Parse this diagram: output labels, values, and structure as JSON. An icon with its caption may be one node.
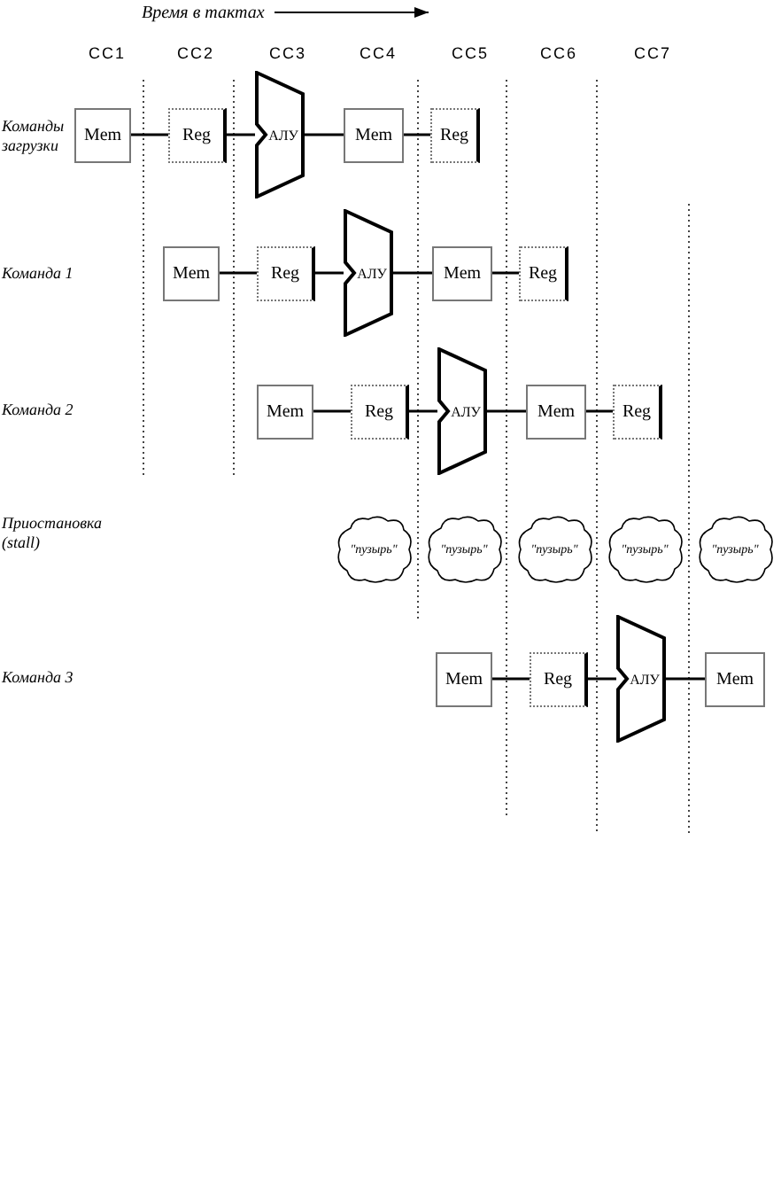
{
  "diagram": {
    "title": "Время в тактах",
    "nodes": [
      {
        "text": [
          "Mem"
        ]
      },
      {
        "text": [
          "Reg"
        ]
      },
      {
        "text": [
          "АЛУ"
        ]
      },
      {
        "text": [
          "Mem"
        ]
      },
      {
        "text": [
          "Reg"
        ]
      },
      {
        "text": [
          "Mem"
        ]
      },
      {
        "text": [
          "Reg"
        ]
      },
      {
        "text": [
          "АЛУ"
        ]
      },
      {
        "text": [
          "Mem"
        ]
      },
      {
        "text": [
          "Reg"
        ]
      },
      {
        "text": [
          "Mem"
        ]
      },
      {
        "text": [
          "Reg"
        ]
      },
      {
        "text": [
          "АЛУ"
        ]
      },
      {
        "text": [
          "Mem"
        ]
      },
      {
        "text": [
          "Reg"
        ]
      },
      {
        "text": [
          "\"пузырь\""
        ]
      },
      {
        "text": [
          "\"пузырь\""
        ]
      },
      {
        "text": [
          "\"пузырь\""
        ]
      },
      {
        "text": [
          "\"пузырь\""
        ]
      },
      {
        "text": [
          "\"пузырь\""
        ]
      },
      {
        "text": [
          "Mem"
        ]
      },
      {
        "text": [
          "Reg"
        ]
      },
      {
        "text": [
          "АЛУ"
        ]
      },
      {
        "text": [
          "Mem"
        ]
      }
    ],
    "edges": [
      {
        "from": 0,
        "to": 1,
        "arrow": "none"
      },
      {
        "from": 1,
        "to": 2,
        "arrow": "none"
      },
      {
        "from": 2,
        "to": 3,
        "arrow": "none"
      },
      {
        "from": 3,
        "to": 4,
        "arrow": "none"
      },
      {
        "from": 5,
        "to": 6,
        "arrow": "none"
      },
      {
        "from": 6,
        "to": 7,
        "arrow": "none"
      },
      {
        "from": 7,
        "to": 8,
        "arrow": "none"
      },
      {
        "from": 8,
        "to": 9,
        "arrow": "none"
      },
      {
        "from": 10,
        "to": 11,
        "arrow": "none"
      },
      {
        "from": 11,
        "to": 12,
        "arrow": "none"
      },
      {
        "from": 12,
        "to": 13,
        "arrow": "none"
      },
      {
        "from": 13,
        "to": 14,
        "arrow": "none"
      },
      {
        "from": 20,
        "to": 21,
        "arrow": "none"
      },
      {
        "from": 21,
        "to": 22,
        "arrow": "none"
      },
      {
        "from": 22,
        "to": 23,
        "arrow": "none"
      }
    ],
    "labels": [
      "CC1",
      "CC2",
      "CC3",
      "CC4",
      "CC5",
      "CC6",
      "CC7",
      "Команды загрузки",
      "Команда 1",
      "Команда 2",
      "Приостановка (stall)",
      "Команда 3"
    ]
  }
}
